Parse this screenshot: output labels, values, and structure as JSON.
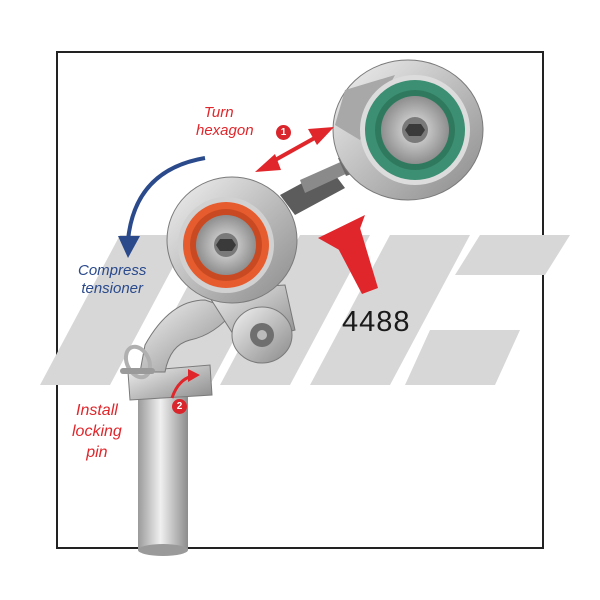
{
  "watermark": {
    "text": "JTC"
  },
  "annotations": {
    "turn_hexagon": {
      "line1": "Turn",
      "line2": "hexagon",
      "step": "1"
    },
    "compress_tensioner": {
      "line1": "Compress",
      "line2": "tensioner"
    },
    "install_locking_pin": {
      "line1": "Install",
      "line2": "locking",
      "line3": "pin",
      "step": "2"
    }
  },
  "part_number": "4488",
  "colors": {
    "annotation_red": "#e0262b",
    "annotation_blue": "#2a4a8c",
    "frame_border": "#222222",
    "watermark_gray": "#d7d7d7"
  },
  "icons": {
    "double_arrow": "double-headed-arrow-icon",
    "curved_arrow": "curved-arrow-icon",
    "pointer_arrow": "arrow-icon",
    "step_badge": "numbered-circle-icon"
  }
}
